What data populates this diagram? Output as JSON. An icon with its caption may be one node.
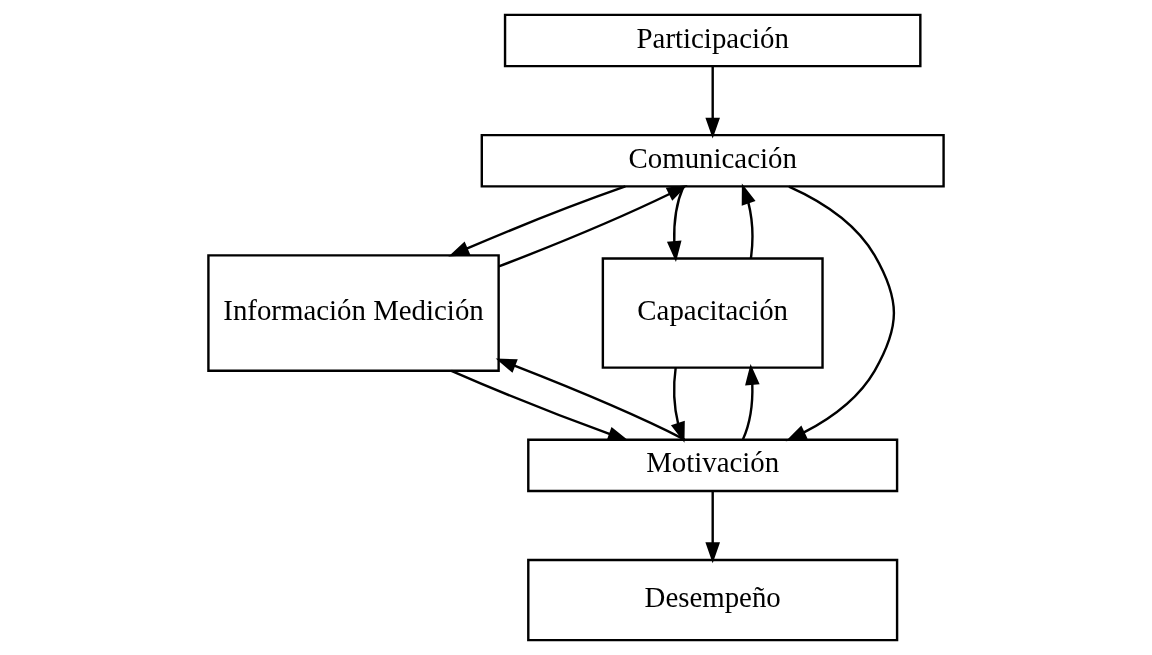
{
  "diagram": {
    "nodes": [
      {
        "text": [
          "Participación"
        ]
      },
      {
        "text": [
          "Comunicación"
        ]
      },
      {
        "text": [
          "Información Medición"
        ]
      },
      {
        "text": [
          "Capacitación"
        ]
      },
      {
        "text": [
          "Motivación"
        ]
      },
      {
        "text": [
          "Desempeño"
        ]
      }
    ],
    "edges": [
      {
        "from": 0,
        "to": 1,
        "arrow": "to"
      },
      {
        "from": 2,
        "to": 1,
        "arrow": "to"
      },
      {
        "from": 1,
        "to": 2,
        "arrow": "to"
      },
      {
        "from": 1,
        "to": 4,
        "arrow": "to"
      },
      {
        "from": 1,
        "to": 3,
        "arrow": "to"
      },
      {
        "from": 3,
        "to": 1,
        "arrow": "to"
      },
      {
        "from": 4,
        "to": 2,
        "arrow": "to"
      },
      {
        "from": 2,
        "to": 4,
        "arrow": "to"
      },
      {
        "from": 3,
        "to": 4,
        "arrow": "to"
      },
      {
        "from": 4,
        "to": 3,
        "arrow": "to"
      },
      {
        "from": 4,
        "to": 5,
        "arrow": "to"
      }
    ]
  }
}
